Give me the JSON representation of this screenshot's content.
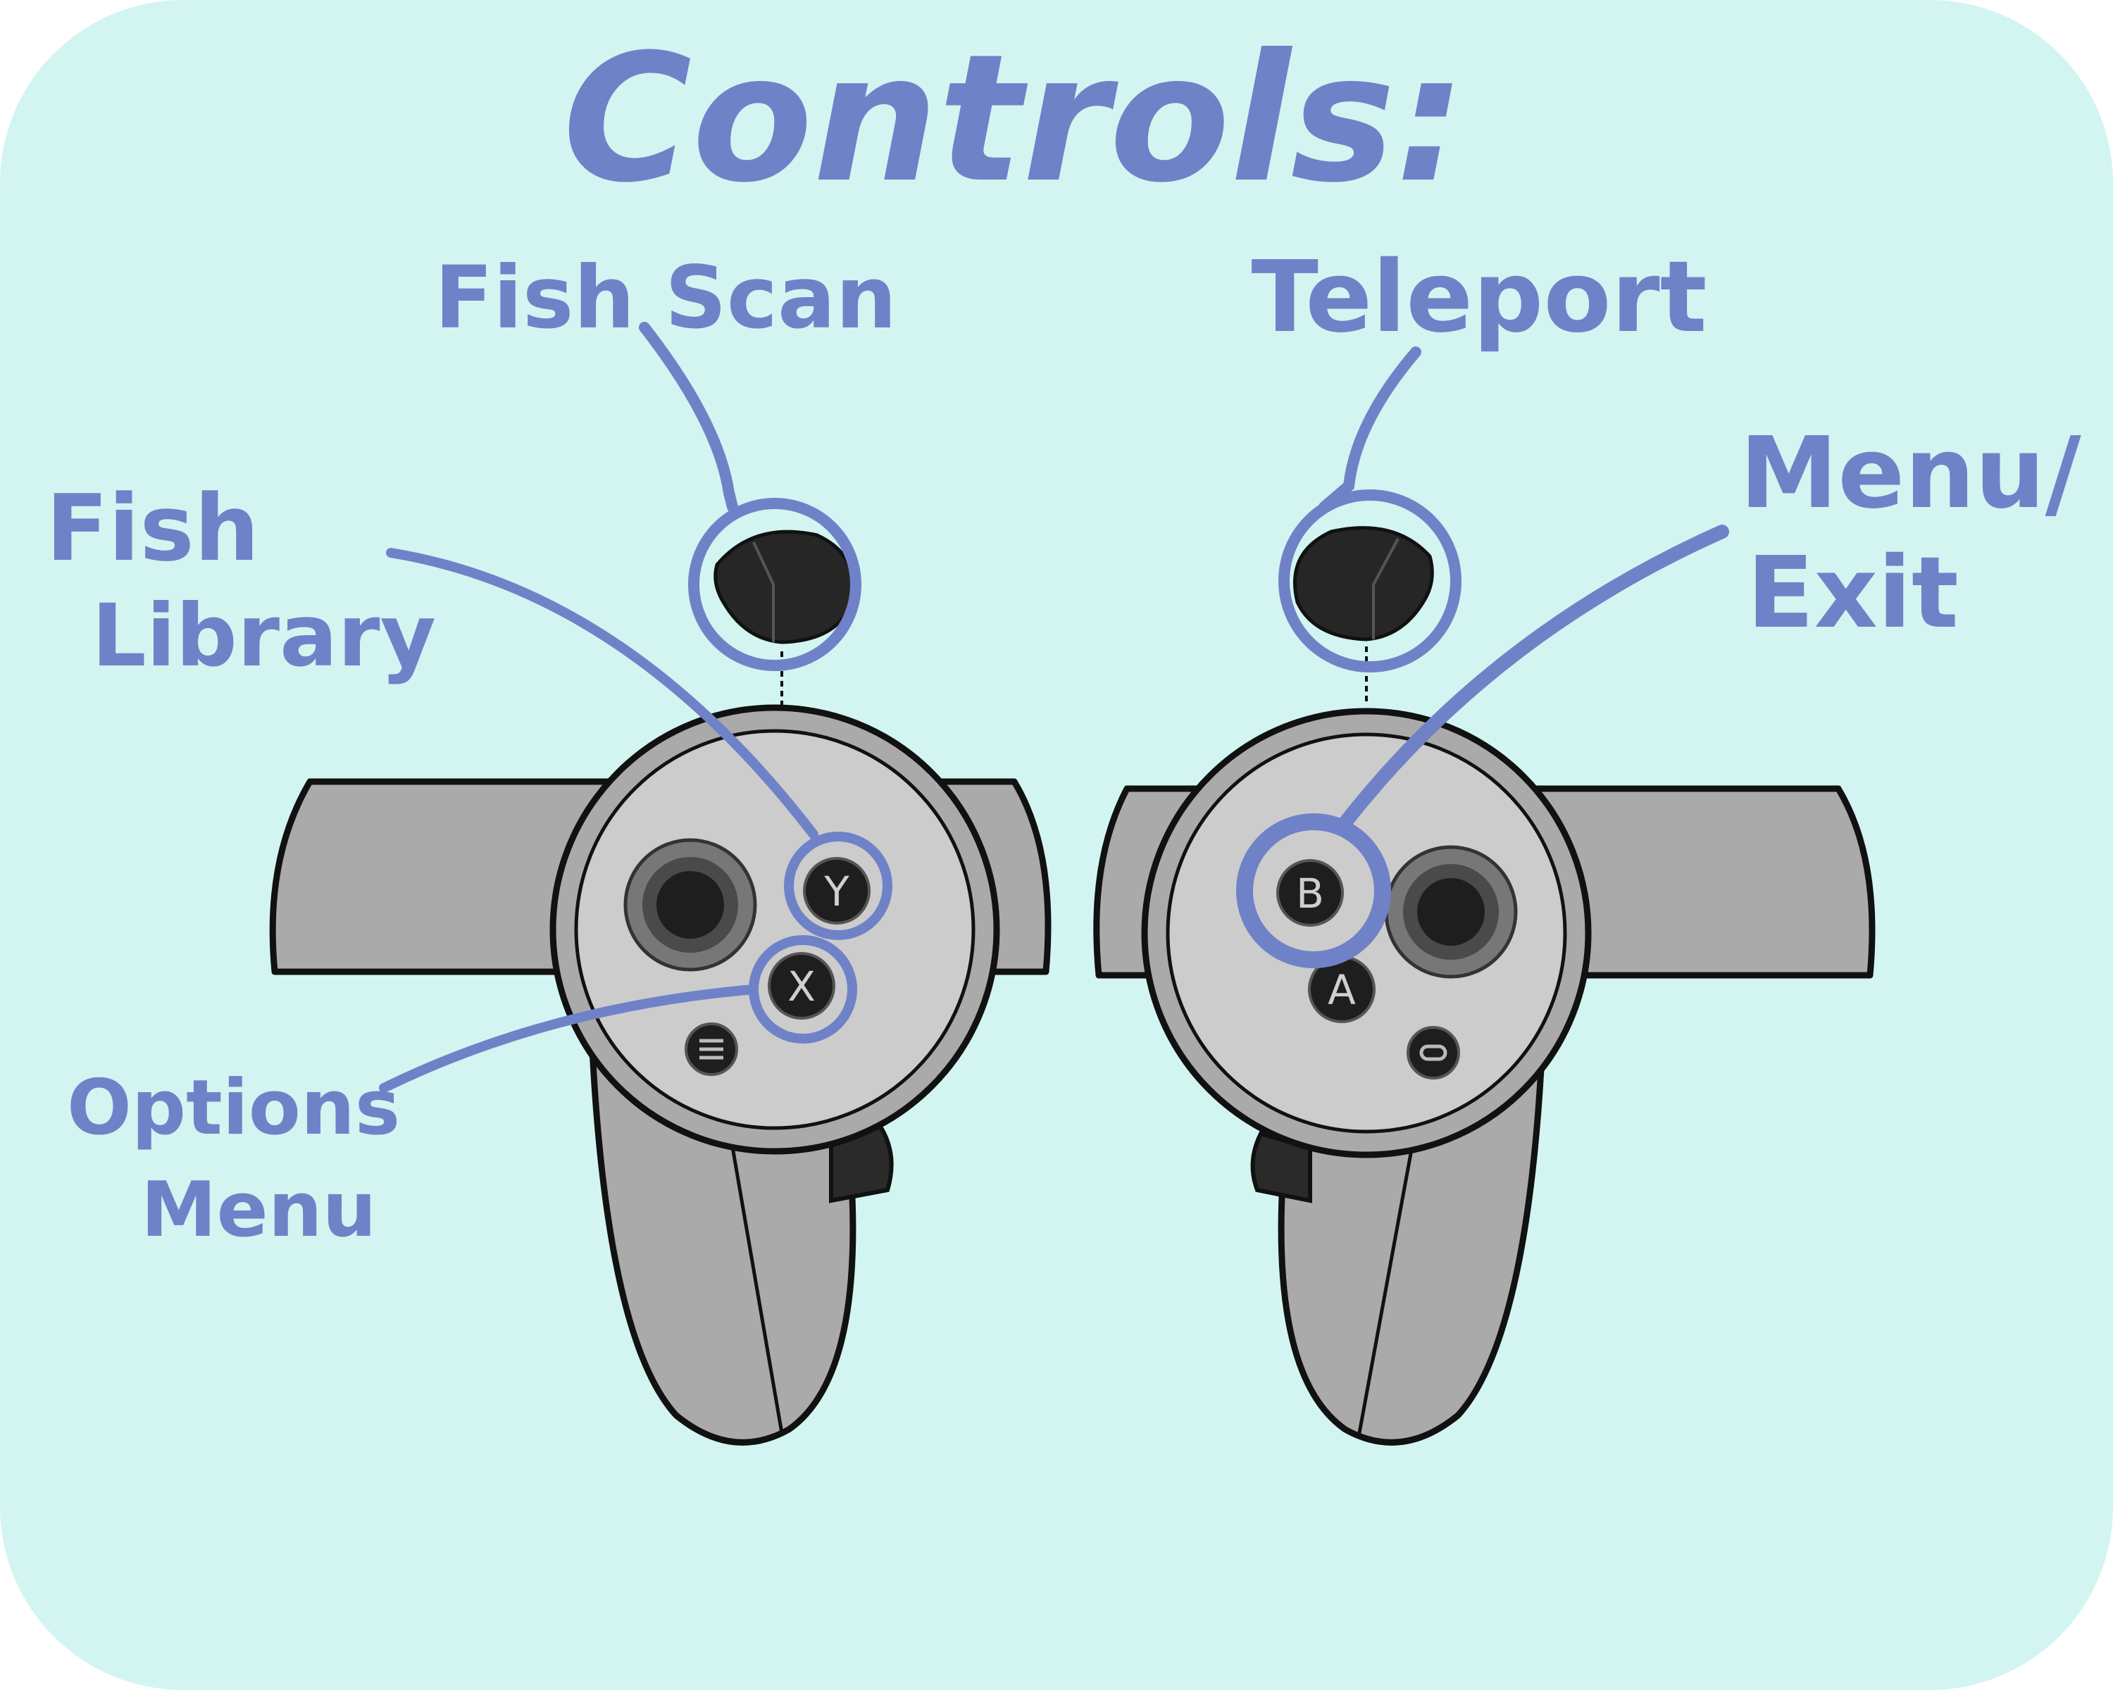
{
  "title": "Controls:",
  "labels": {
    "fish_scan": "Fish Scan",
    "teleport": "Teleport",
    "fish_library_line1": "Fish",
    "fish_library_line2": "Library",
    "menu_exit_line1": "Menu/",
    "menu_exit_line2": "Exit",
    "options_menu_line1": "Options",
    "options_menu_line2": "Menu"
  },
  "buttons": {
    "y": "Y",
    "x": "X",
    "b": "B",
    "a": "A"
  },
  "colors": {
    "background": "#d2f5f1",
    "annotation": "#6f82c8",
    "controller_body": "#aaaaaa",
    "controller_face": "#cccccc",
    "button_black": "#1e1e1e",
    "outline": "#111111"
  }
}
